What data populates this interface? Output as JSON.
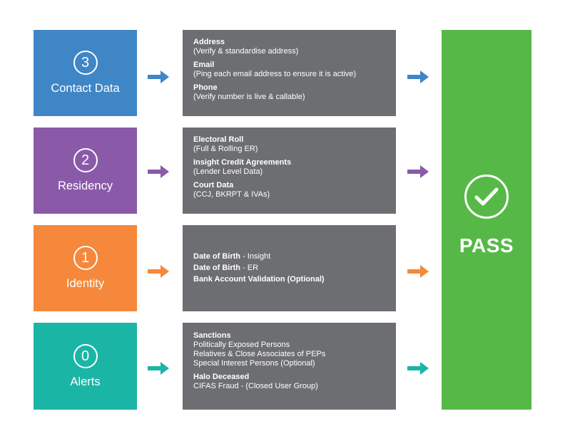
{
  "colors": {
    "contact": "#3f86c7",
    "residency": "#8a5aa8",
    "identity": "#f5883a",
    "alerts": "#1bb5a6",
    "detail_bg": "#6d6e71",
    "pass": "#56b947"
  },
  "rows": [
    {
      "number": "3",
      "label": "Contact Data",
      "items": [
        {
          "title": "Address",
          "sub": "(Verify & standardise address)"
        },
        {
          "title": "Email",
          "sub": "(Ping each email address to ensure it is active)"
        },
        {
          "title": "Phone",
          "sub": "(Verify number is live & callable)"
        }
      ]
    },
    {
      "number": "2",
      "label": "Residency",
      "items": [
        {
          "title": "Electoral Roll",
          "sub": "(Full & Rolling ER)"
        },
        {
          "title": "Insight Credit Agreements",
          "sub": "(Lender Level Data)"
        },
        {
          "title": "Court Data",
          "sub": "(CCJ, BKRPT & IVAs)"
        }
      ]
    },
    {
      "number": "1",
      "label": "Identity",
      "items": [
        {
          "title": "Date of Birth",
          "suffix": " - Insight"
        },
        {
          "title": "Date of Birth",
          "suffix": " - ER"
        },
        {
          "title": "Bank Account Validation (Optional)",
          "suffix": ""
        }
      ]
    },
    {
      "number": "0",
      "label": "Alerts",
      "items": [
        {
          "title": "Sanctions"
        },
        {
          "plain": "Politically Exposed Persons"
        },
        {
          "plain": "Relatives & Close Associates of PEPs"
        },
        {
          "plain": "Special Interest Persons (Optional)"
        },
        {
          "title": "Halo Deceased"
        },
        {
          "plain": "CIFAS Fraud - (Closed User Group)"
        }
      ]
    }
  ],
  "pass": {
    "label": "PASS",
    "icon": "checkmark-icon"
  }
}
